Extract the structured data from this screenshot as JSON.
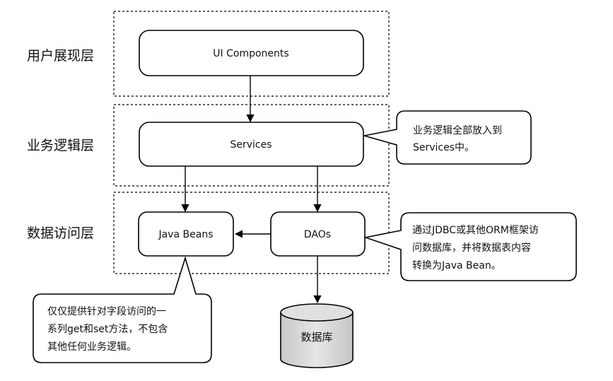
{
  "layers": {
    "presentation": "用户展现层",
    "business": "业务逻辑层",
    "data_access": "数据访问层"
  },
  "boxes": {
    "ui_components": "UI Components",
    "services": "Services",
    "java_beans": "Java Beans",
    "daos": "DAOs"
  },
  "database": "数据库",
  "notes": {
    "services_note": [
      "业务逻辑全部放入到",
      "Services中。"
    ],
    "daos_note": [
      "通过JDBC或其他ORM框架访",
      "问数据库，并将数据表内容",
      "转换为Java Bean。"
    ],
    "beans_note": [
      "仅仅提供针对字段访问的一",
      "系列get和set方法，不包含",
      "其他任何业务逻辑。"
    ]
  }
}
